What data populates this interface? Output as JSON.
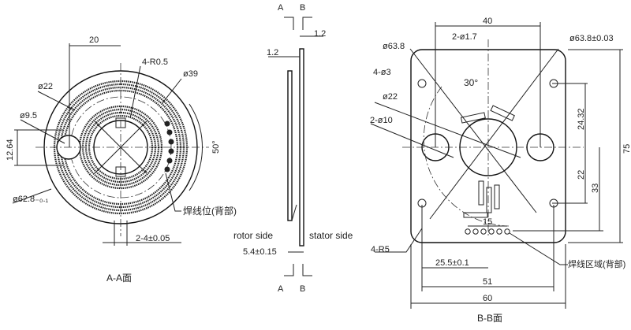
{
  "view_aa": {
    "title": "A-A面",
    "dims": {
      "width_20": "20",
      "corner_radius": "4-R0.5",
      "dia_39": "ø39",
      "dia_22": "ø22",
      "dia_9_5": "ø9.5",
      "offset_12_64": "12.64",
      "angle_50": "50°",
      "dia_62_8": "ø62.8₋₀.₁",
      "slot_width": "2-4±0.05"
    },
    "solder_note": "焊线位(背部)"
  },
  "side_view": {
    "section_a": "A",
    "section_b": "B",
    "thickness_right": "1.2",
    "thickness_left": "1.2",
    "rotor_label": "rotor side",
    "stator_label": "stator side",
    "gap": "5.4±0.15"
  },
  "view_bb": {
    "title": "B-B面",
    "dims": {
      "top_40": "40",
      "small_holes": "2-ø1.7",
      "dia_63_8": "ø63.8",
      "dia_63_8_tol": "ø63.8±0.03",
      "mount_holes": "4-ø3",
      "angle_30": "30°",
      "dia_22": "ø22",
      "holes_10": "2-ø10",
      "v_24_32": "24.32",
      "v_75": "75",
      "v_22": "22",
      "v_33": "33",
      "pad_15": "15",
      "corner_r5": "4-R5",
      "h_25_5": "25.5±0.1",
      "h_51": "51",
      "h_60": "60"
    },
    "solder_note": "焊线区域(背部)"
  }
}
